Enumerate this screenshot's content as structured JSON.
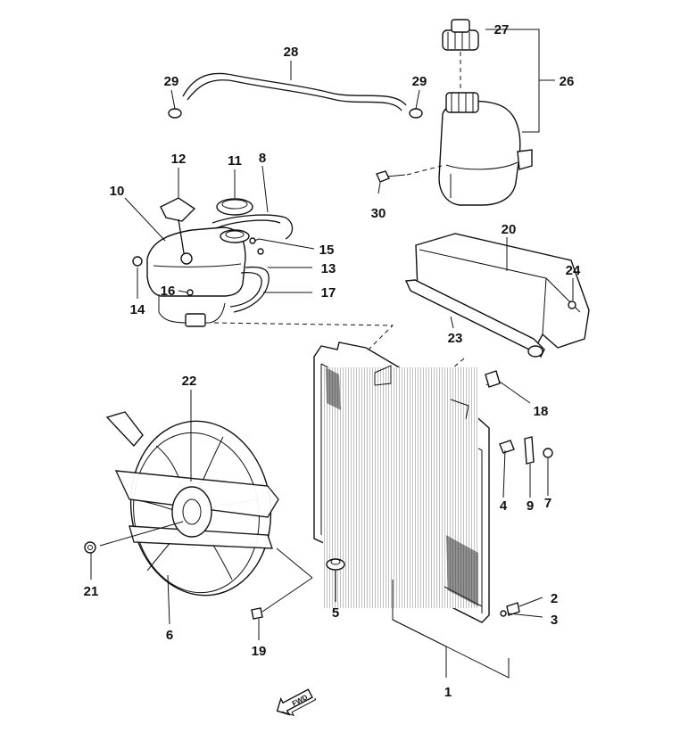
{
  "callouts": {
    "c1": "1",
    "c2": "2",
    "c3": "3",
    "c4": "4",
    "c5": "5",
    "c6": "6",
    "c7": "7",
    "c8": "8",
    "c9": "9",
    "c10": "10",
    "c11": "11",
    "c12": "12",
    "c13": "13",
    "c14": "14",
    "c15": "15",
    "c16": "16",
    "c17": "17",
    "c18": "18",
    "c19": "19",
    "c20": "20",
    "c21": "21",
    "c22": "22",
    "c23": "23",
    "c24": "24",
    "c26": "26",
    "c27": "27",
    "c28": "28",
    "c29a": "29",
    "c29b": "29",
    "c30": "30"
  },
  "fwd_label": "FWD",
  "icons": [
    "radiator",
    "cooling-fan",
    "reservoir-tank",
    "overflow-bottle",
    "radiator-cap",
    "hose",
    "air-guide",
    "fwd-arrow-icon"
  ]
}
